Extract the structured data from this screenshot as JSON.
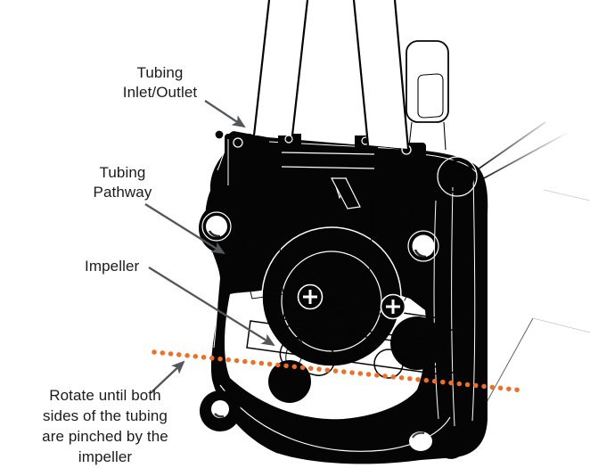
{
  "labels": {
    "tubing_inlet_outlet": "Tubing\nInlet/Outlet",
    "tubing_pathway": "Tubing\nPathway",
    "impeller": "Impeller",
    "rotate_instruction": "Rotate until both sides of the tubing are pinched by the impeller"
  },
  "colors": {
    "annotation_line_orange": "#F26E21",
    "arrow_gray": "#54565B",
    "illustration_black": "#050505"
  }
}
